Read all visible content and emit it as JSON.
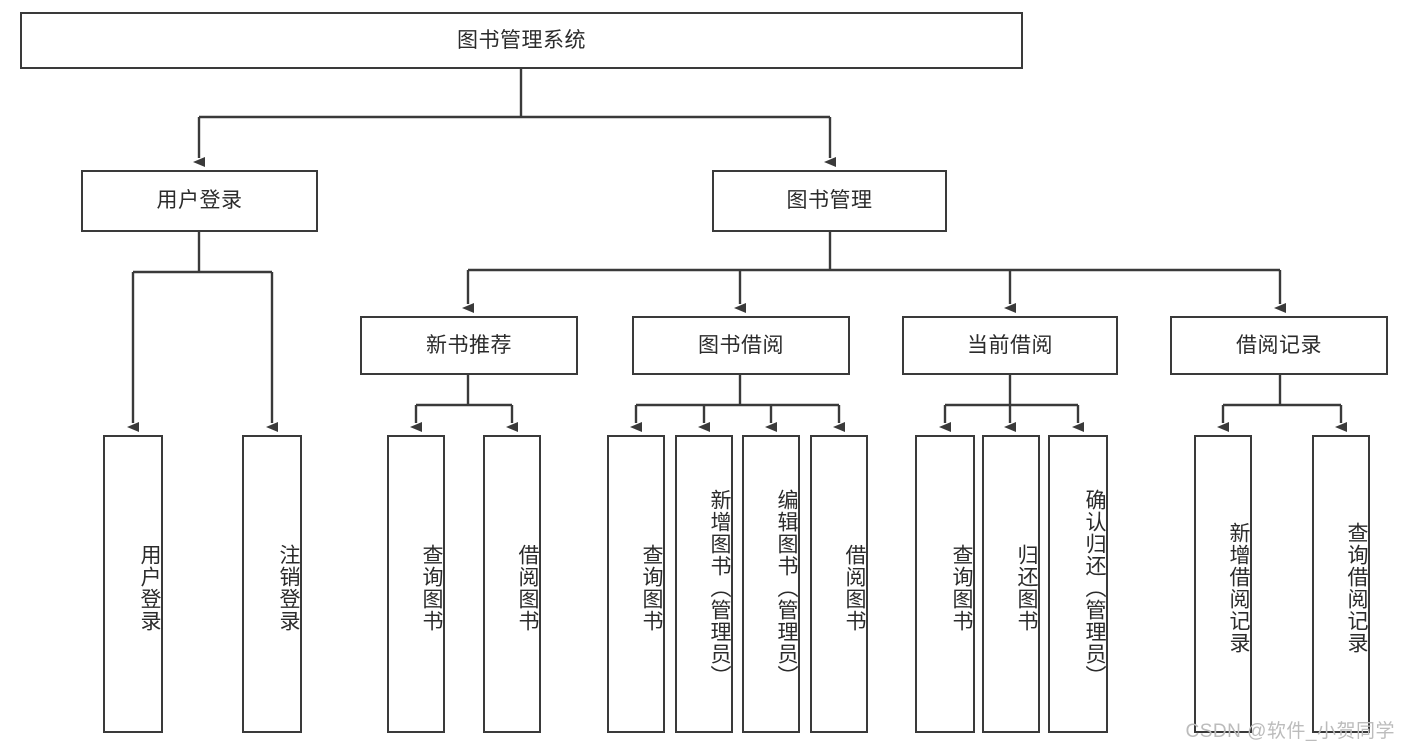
{
  "diagram": {
    "title": "图书管理系统",
    "type": "tree-hierarchy",
    "stroke_color": "#3a3a3a",
    "text_color": "#2b2b2b",
    "background_color": "#ffffff",
    "root": {
      "id": "root",
      "label": "图书管理系统"
    },
    "level2": [
      {
        "id": "user-login",
        "label": "用户登录"
      },
      {
        "id": "book-manage",
        "label": "图书管理"
      }
    ],
    "level3": [
      {
        "id": "new-book-rec",
        "label": "新书推荐",
        "parent": "book-manage"
      },
      {
        "id": "book-borrow",
        "label": "图书借阅",
        "parent": "book-manage"
      },
      {
        "id": "current-borrow",
        "label": "当前借阅",
        "parent": "book-manage"
      },
      {
        "id": "borrow-record",
        "label": "借阅记录",
        "parent": "book-manage"
      }
    ],
    "leaves": [
      {
        "id": "leaf-user-login",
        "label": "用户登录",
        "parent": "user-login"
      },
      {
        "id": "leaf-logout",
        "label": "注销登录",
        "parent": "user-login"
      },
      {
        "id": "leaf-query-book-1",
        "label": "查询图书",
        "parent": "new-book-rec"
      },
      {
        "id": "leaf-borrow-book-1",
        "label": "借阅图书",
        "parent": "new-book-rec"
      },
      {
        "id": "leaf-query-book-2",
        "label": "查询图书",
        "parent": "book-borrow"
      },
      {
        "id": "leaf-add-book",
        "label": "新增图书（管理员）",
        "parent": "book-borrow"
      },
      {
        "id": "leaf-edit-book",
        "label": "编辑图书（管理员）",
        "parent": "book-borrow"
      },
      {
        "id": "leaf-borrow-book-2",
        "label": "借阅图书",
        "parent": "book-borrow"
      },
      {
        "id": "leaf-query-book-3",
        "label": "查询图书",
        "parent": "current-borrow"
      },
      {
        "id": "leaf-return-book",
        "label": "归还图书",
        "parent": "current-borrow"
      },
      {
        "id": "leaf-confirm-return",
        "label": "确认归还（管理员）",
        "parent": "current-borrow"
      },
      {
        "id": "leaf-add-record",
        "label": "新增借阅记录",
        "parent": "borrow-record"
      },
      {
        "id": "leaf-query-record",
        "label": "查询借阅记录",
        "parent": "borrow-record"
      }
    ]
  },
  "watermark": {
    "text": "CSDN @软件_小贺同学"
  }
}
